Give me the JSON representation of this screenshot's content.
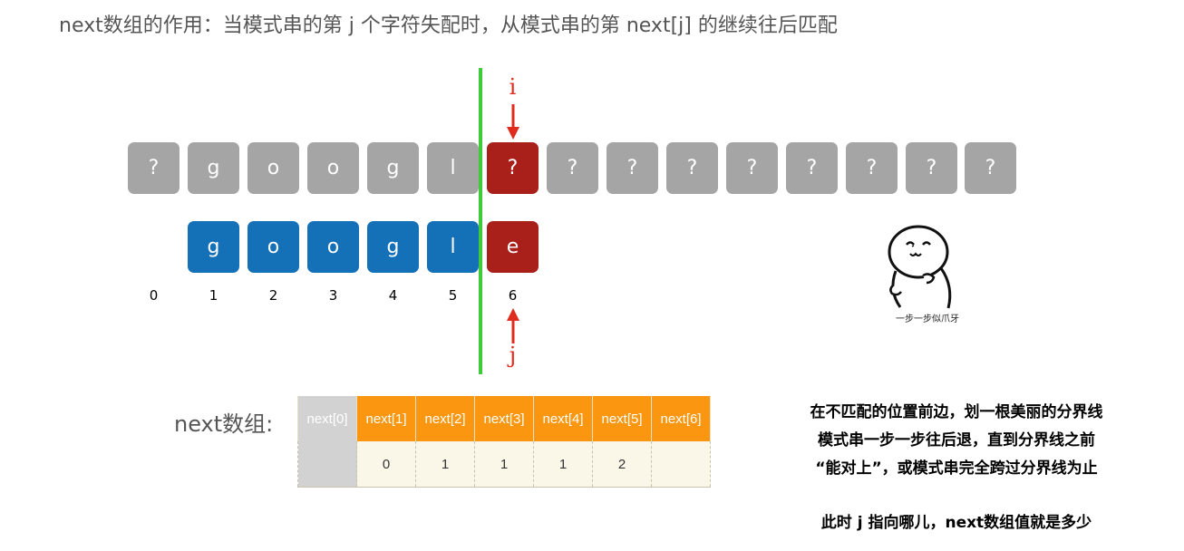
{
  "title": "next数组的作用：当模式串的第 j 个字符失配时，从模式串的第 next[j] 的继续往后匹配",
  "colors": {
    "grey": "#a5a5a5",
    "mismatch_red": "#a91f1a",
    "pattern_blue": "#1470b7",
    "divider_green": "#3fcc3a",
    "pointer_red": "#e02c1c",
    "table_header_orange": "#fa960f"
  },
  "main_string": [
    "?",
    "g",
    "o",
    "o",
    "g",
    "l",
    "?",
    "?",
    "?",
    "?",
    "?",
    "?",
    "?",
    "?",
    "?"
  ],
  "mismatch_main_index": 6,
  "pattern": [
    "g",
    "o",
    "o",
    "g",
    "l",
    "e"
  ],
  "mismatch_pattern_index": 5,
  "indices": [
    "0",
    "1",
    "2",
    "3",
    "4",
    "5",
    "6"
  ],
  "pointers": {
    "i": "i",
    "j": "j"
  },
  "meme": {
    "icon": "cartoon-face-icon",
    "caption": "一步一步似爪牙"
  },
  "next_array": {
    "label": "next数组:",
    "headers": [
      "next[0]",
      "next[1]",
      "next[2]",
      "next[3]",
      "next[4]",
      "next[5]",
      "next[6]"
    ],
    "values": [
      "",
      "0",
      "1",
      "1",
      "1",
      "2",
      ""
    ]
  },
  "explanation": [
    "在不匹配的位置前边，划一根美丽的分界线",
    "模式串一步一步往后退，直到分界线之前",
    "“能对上”，或模式串完全跨过分界线为止"
  ],
  "conclusion": "此时 j 指向哪儿，next数组值就是多少"
}
